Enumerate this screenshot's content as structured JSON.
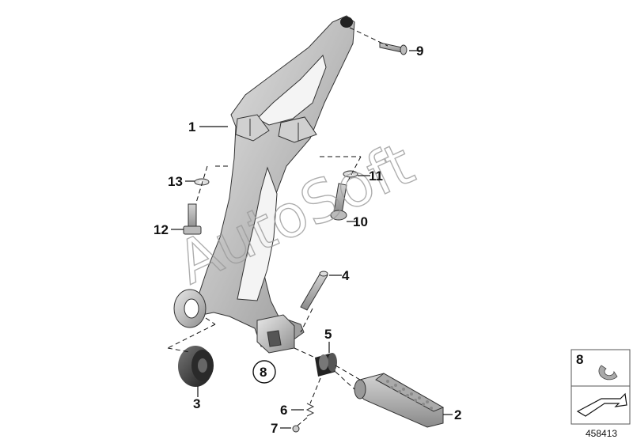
{
  "callouts": {
    "c1": "1",
    "c2": "2",
    "c3": "3",
    "c4": "4",
    "c5": "5",
    "c6": "6",
    "c7": "7",
    "c8_circled": "8",
    "c9": "9",
    "c10": "10",
    "c11": "11",
    "c12": "12",
    "c13": "13"
  },
  "legend": {
    "box_number": "8"
  },
  "watermark": "AutoSoft",
  "diagram_number": "458413"
}
